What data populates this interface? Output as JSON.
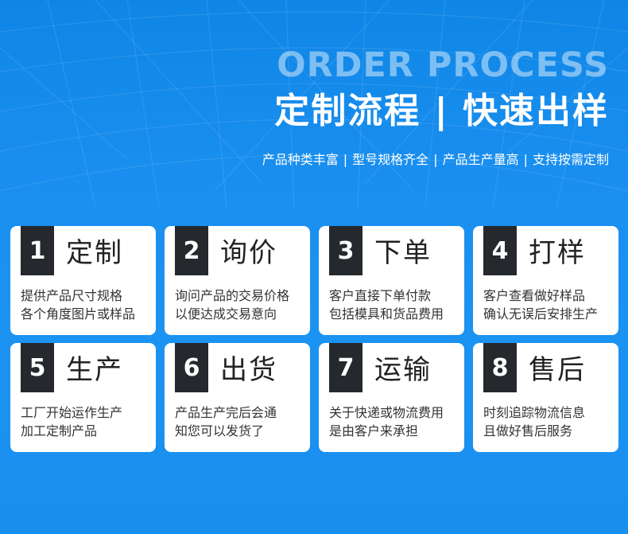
{
  "header": {
    "title_en": "ORDER PROCESS",
    "title_cn": "定制流程 | 快速出样",
    "features": [
      "产品种类丰富",
      "型号规格齐全",
      "产品生产量高",
      "支持按需定制"
    ],
    "separator": "|"
  },
  "steps": [
    {
      "num": "1",
      "title": "定制",
      "lines": [
        "提供产品尺寸规格",
        "各个角度图片或样品"
      ]
    },
    {
      "num": "2",
      "title": "询价",
      "lines": [
        "询问产品的交易价格",
        "以便达成交易意向"
      ]
    },
    {
      "num": "3",
      "title": "下单",
      "lines": [
        "客户直接下单付款",
        "包括模具和货品费用"
      ]
    },
    {
      "num": "4",
      "title": "打样",
      "lines": [
        "客户查看做好样品",
        "确认无误后安排生产"
      ]
    },
    {
      "num": "5",
      "title": "生产",
      "lines": [
        "工厂开始运作生产",
        "加工定制产品"
      ]
    },
    {
      "num": "6",
      "title": "出货",
      "lines": [
        "产品生产完后会通",
        "知您可以发货了"
      ]
    },
    {
      "num": "7",
      "title": "运输",
      "lines": [
        "关于快递或物流费用",
        "是由客户来承担"
      ]
    },
    {
      "num": "8",
      "title": "售后",
      "lines": [
        "时刻追踪物流信息",
        "且做好售后服务"
      ]
    }
  ]
}
